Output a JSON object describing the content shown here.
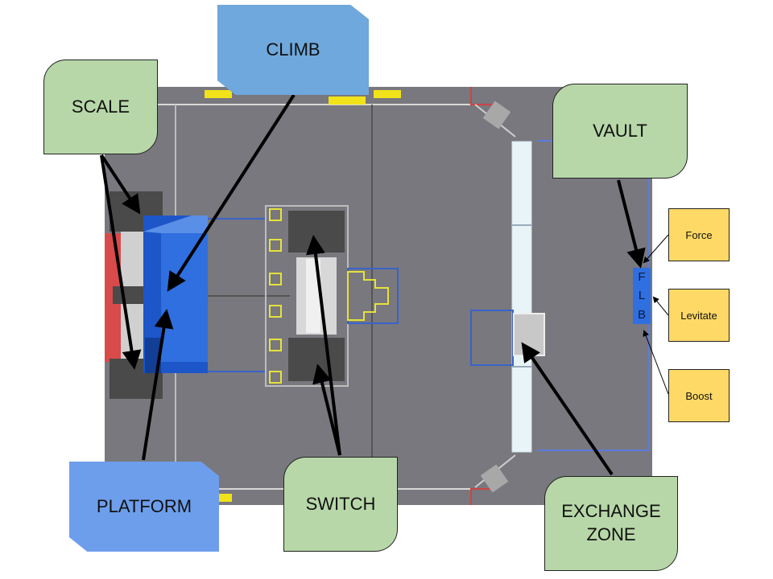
{
  "labels": {
    "scale": "SCALE",
    "climb": "CLIMB",
    "vault": "VAULT",
    "platform": "PLATFORM",
    "switch": "SWITCH",
    "exchange_zone": "EXCHANGE ZONE"
  },
  "powerups": {
    "force": "Force",
    "levitate": "Levitate",
    "boost": "Boost"
  },
  "vault_letters": [
    "F",
    "L",
    "B"
  ],
  "colors": {
    "field": "#7a7a80",
    "label_green": "#b7d7a8",
    "label_blue": "#6fa8dc",
    "platform_blue": "#2f6fe0",
    "alliance_red": "#d94040",
    "powerup_yellow": "#ffd966"
  }
}
